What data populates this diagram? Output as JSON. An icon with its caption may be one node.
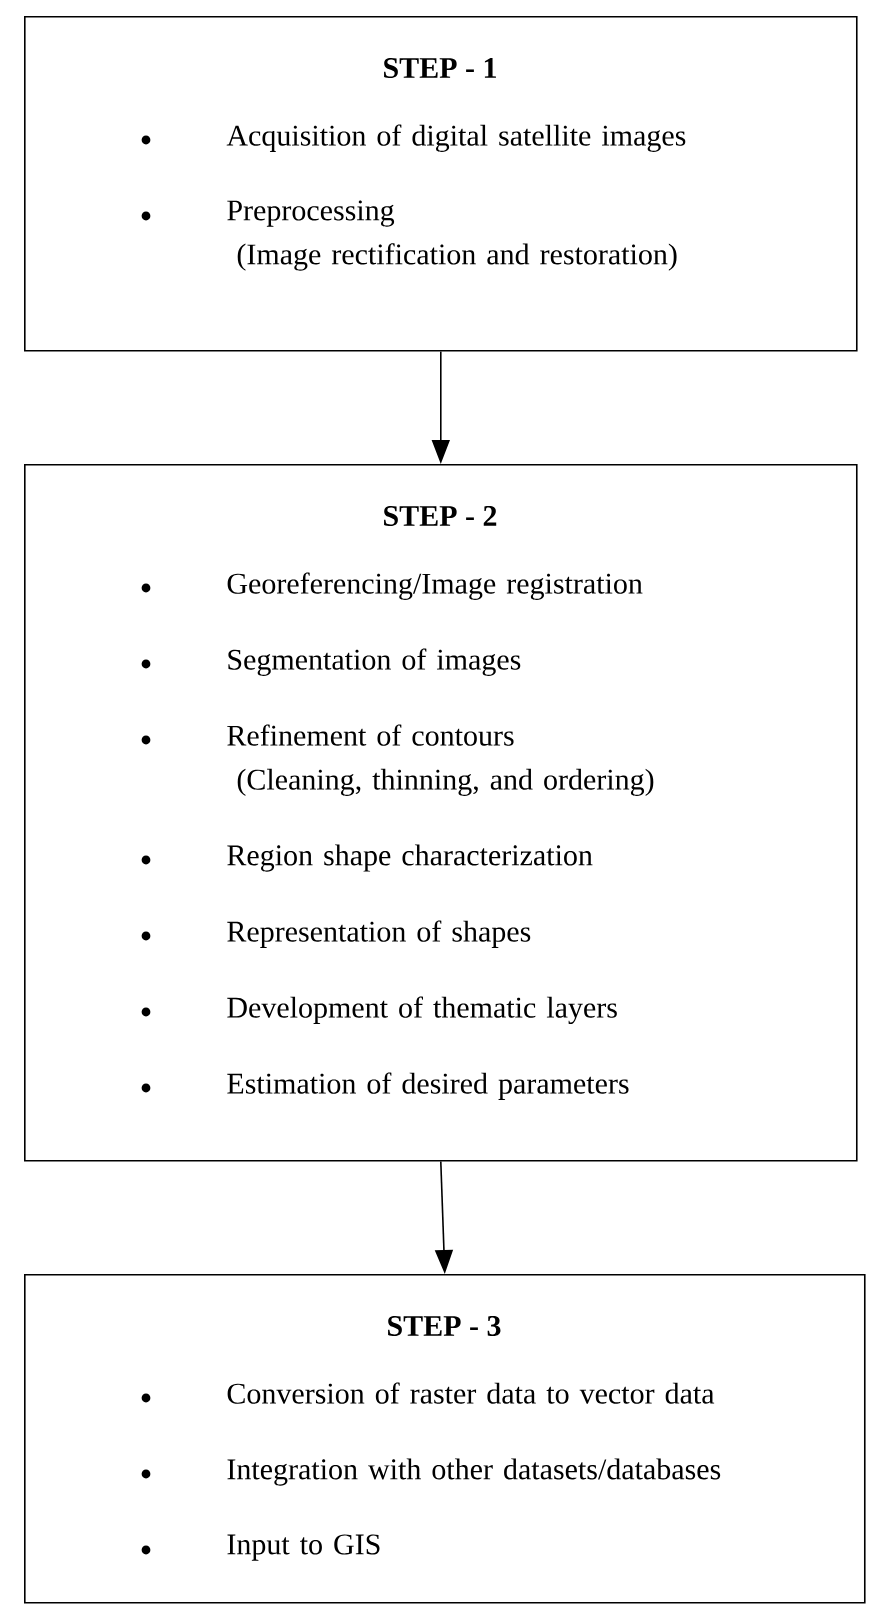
{
  "diagram": {
    "nodes": [
      {
        "text": [
          "STEP - 1",
          "Acquisition of digital satellite images",
          "Preprocessing (Image rectification and restoration)"
        ]
      },
      {
        "text": [
          "STEP - 2",
          "Georeferencing/Image registration",
          "Segmentation of images",
          "Refinement of contours (Cleaning, thinning, and ordering)",
          "Region shape characterization",
          "Representation of shapes",
          "Development of thematic layers",
          "Estimation of desired parameters"
        ]
      },
      {
        "text": [
          "STEP - 3",
          "Conversion of raster data to vector data",
          "Integration with other datasets/databases",
          "Input to GIS"
        ]
      }
    ],
    "edges": [
      {
        "from": 0,
        "to": 1,
        "arrow": "to"
      },
      {
        "from": 1,
        "to": 2,
        "arrow": "to"
      }
    ]
  }
}
